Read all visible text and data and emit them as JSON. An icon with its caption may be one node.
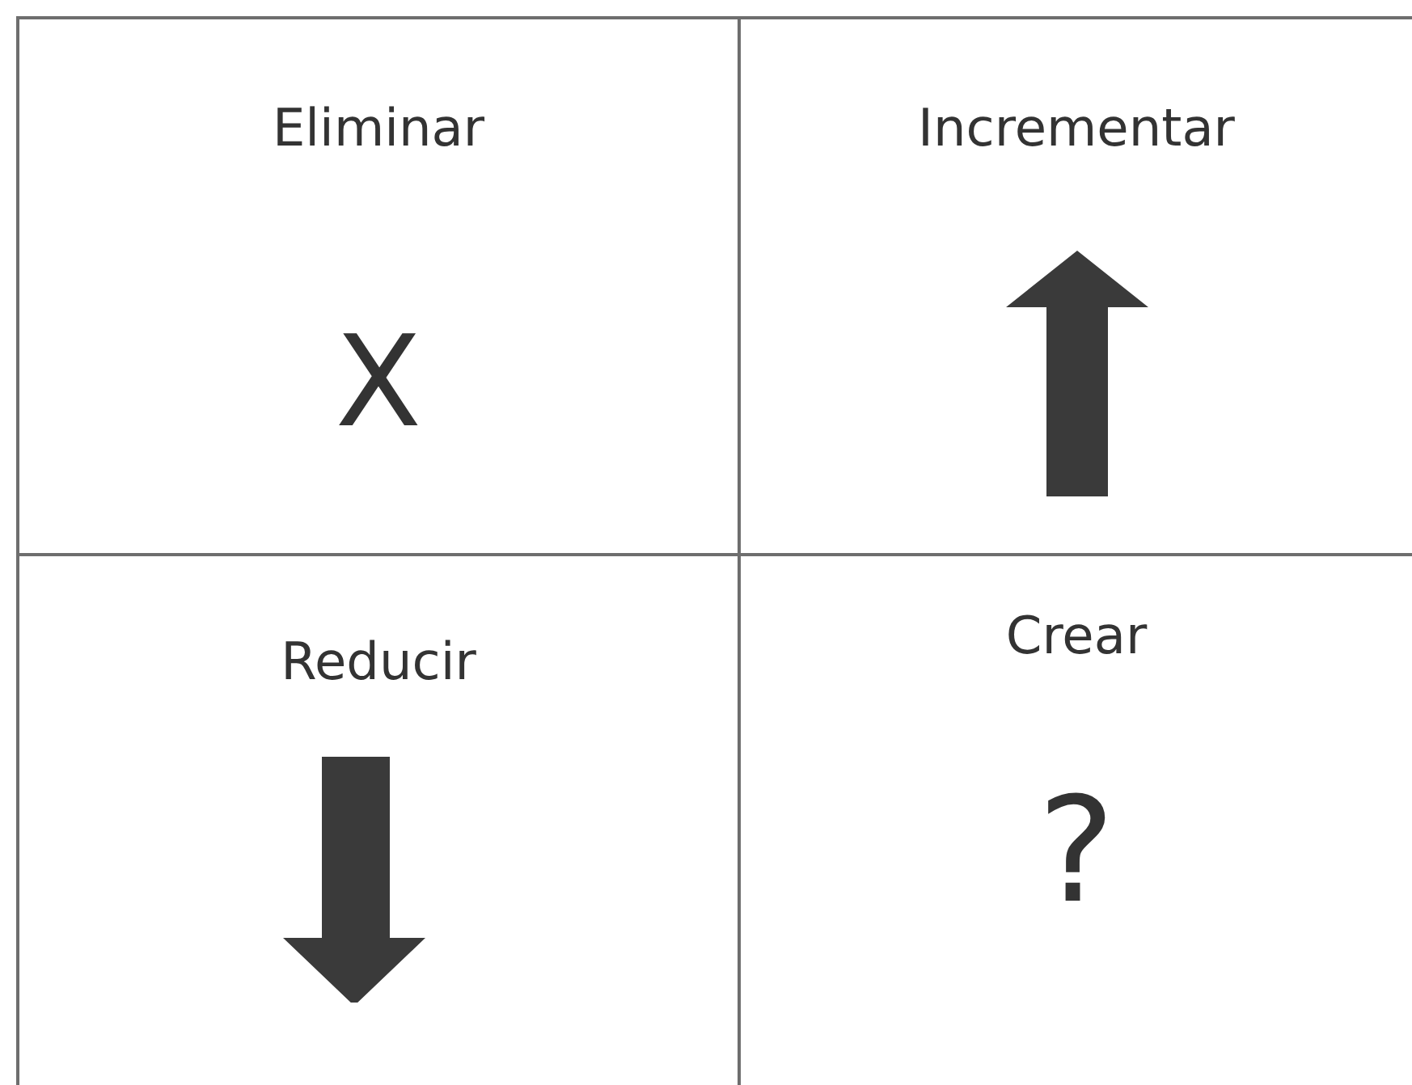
{
  "diagram": {
    "nodes": [
      {
        "text": [
          "Eliminar",
          "X"
        ]
      },
      {
        "text": [
          "Incrementar"
        ]
      },
      {
        "text": [
          "Reducir"
        ]
      },
      {
        "text": [
          "Crear",
          "?"
        ]
      }
    ]
  }
}
